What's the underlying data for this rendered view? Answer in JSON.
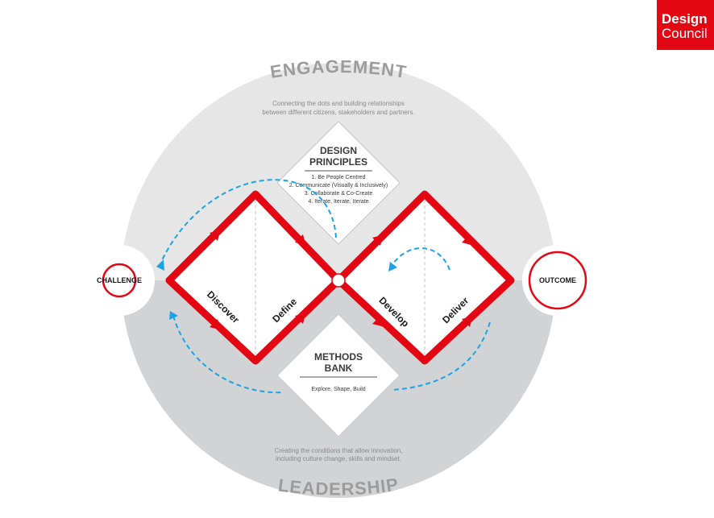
{
  "brand": {
    "line1": "Design",
    "line2": "Council"
  },
  "engagement": {
    "title": "ENGAGEMENT",
    "caption_line1": "Connecting the dots and building relationships",
    "caption_line2": "between different citizens, stakeholders and partners."
  },
  "leadership": {
    "title": "LEADERSHIP",
    "caption_line1": "Creating the conditions that allow innovation,",
    "caption_line2": "including culture change, skills and mindset."
  },
  "challenge": {
    "label": "CHALLENGE"
  },
  "outcome": {
    "label": "OUTCOME"
  },
  "design_principles": {
    "title_line1": "DESIGN",
    "title_line2": "PRINCIPLES",
    "items": [
      "1. Be People Centred",
      "2. Communicate (Visually & Inclusively)",
      "3. Collaborate & Co-Create",
      "4. Iterate, Iterate, Iterate"
    ]
  },
  "methods_bank": {
    "title_line1": "METHODS",
    "title_line2": "BANK",
    "text": "Explore, Shape, Build"
  },
  "phases": {
    "discover": "Discover",
    "define": "Define",
    "develop": "Develop",
    "deliver": "Deliver"
  },
  "colors": {
    "accent_red": "#e30613",
    "loop_blue": "#1aa3e8",
    "engagement_grey": "#e6e6e7",
    "leadership_grey": "#d2d3d5"
  }
}
